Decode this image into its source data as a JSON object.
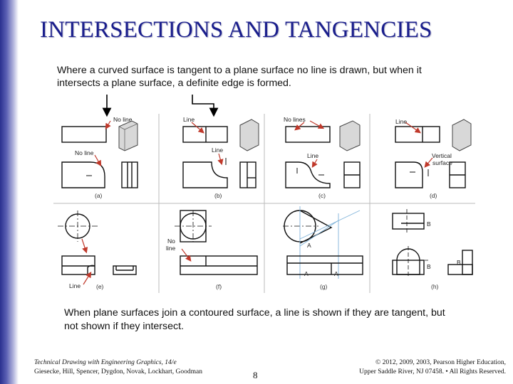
{
  "title": "INTERSECTIONS AND TANGENCIES",
  "intro": "Where a curved surface is tangent to a plane surface no line is drawn, but when it intersects a plane surface, a definite edge is formed.",
  "conclusion": "When plane surfaces join a contoured surface, a line is shown if they are tangent, but not shown if they intersect.",
  "figure": {
    "callouts": {
      "a_top": "No line",
      "a_bottom": "No line",
      "b_top": "Line",
      "b_mid": "Line",
      "c_top": "No lines",
      "c_mid": "Line",
      "d_top": "Line",
      "d_mid_1": "Vertical",
      "d_mid_2": "surface",
      "e_bottom": "Line",
      "f_mid_1": "No",
      "f_mid_2": "line",
      "point_a": "A",
      "point_b": "B"
    },
    "captions": [
      "(a)",
      "(b)",
      "(c)",
      "(d)",
      "(e)",
      "(f)",
      "(g)",
      "(h)"
    ]
  },
  "footer": {
    "book": "Technical Drawing with Engineering Graphics, 14/e",
    "authors": "Giesecke, Hill, Spencer, Dygdon, Novak, Lockhart, Goodman",
    "page": "8",
    "copyright": "© 2012, 2009, 2003, Pearson Higher Education,",
    "address": "Upper Saddle River, NJ 07458. • All Rights Reserved."
  },
  "colors": {
    "title": "#1a1e8c",
    "callout_arrow": "#c0392b",
    "construction": "#7fb3d9"
  }
}
